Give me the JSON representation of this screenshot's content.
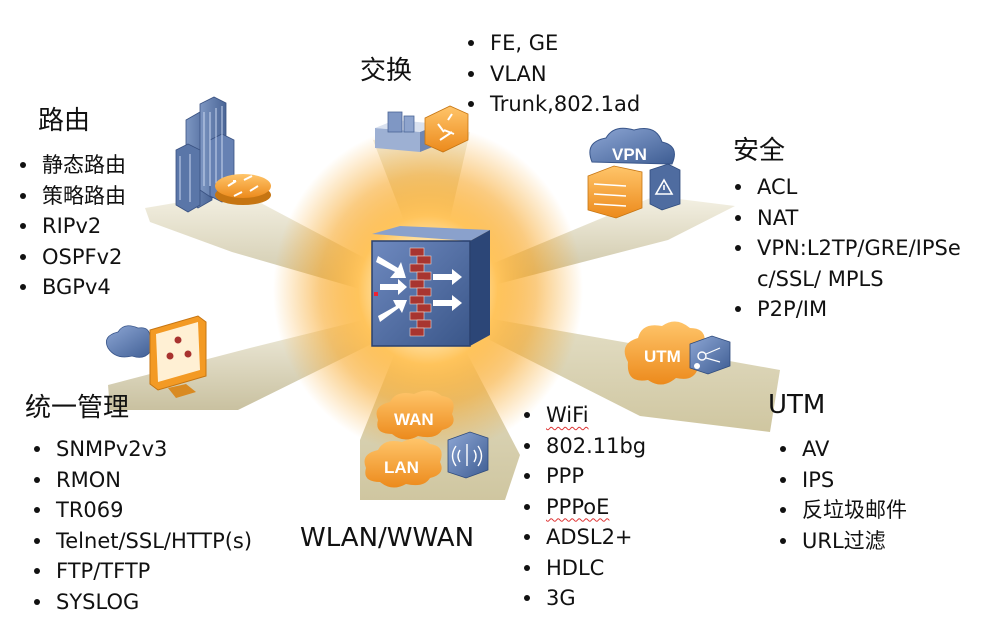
{
  "sections": {
    "routing": {
      "title": "路由",
      "items": [
        "静态路由",
        "策略路由",
        "RIPv2",
        "OSPFv2",
        "BGPv4"
      ]
    },
    "switching": {
      "title": "交换",
      "items": [
        "FE, GE",
        "VLAN",
        "Trunk,802.1ad"
      ]
    },
    "security": {
      "title": "安全",
      "items": [
        "ACL",
        "NAT",
        "VPN:L2TP/GRE/IPSe",
        "c/SSL/ MPLS",
        "P2P/IM"
      ]
    },
    "utm": {
      "title": "UTM",
      "items": [
        "AV",
        "IPS",
        "反垃圾邮件",
        "URL过滤"
      ]
    },
    "wlan": {
      "title": "WLAN/WWAN",
      "items": [
        "WiFi",
        "802.11bg",
        "PPP",
        "PPPoE",
        "ADSL2+",
        "HDLC",
        "3G"
      ]
    },
    "management": {
      "title": "统一管理",
      "items": [
        "SNMPv2v3",
        "RMON",
        "TR069",
        "Telnet/SSL/HTTP(s)",
        "FTP/TFTP",
        "SYSLOG"
      ]
    }
  },
  "icons": {
    "vpn_cloud": "VPN",
    "utm_cloud": "UTM",
    "wan_cloud": "WAN",
    "lan_cloud": "LAN",
    "center": "firewall-router-icon"
  },
  "colors": {
    "glow": "#f7a21b",
    "beam": "#ddd7b8",
    "device_blue": "#3b5f98",
    "cloud_orange": "#f29b2e",
    "wall_red": "#a8322f",
    "spellcheck": "#d33333"
  }
}
